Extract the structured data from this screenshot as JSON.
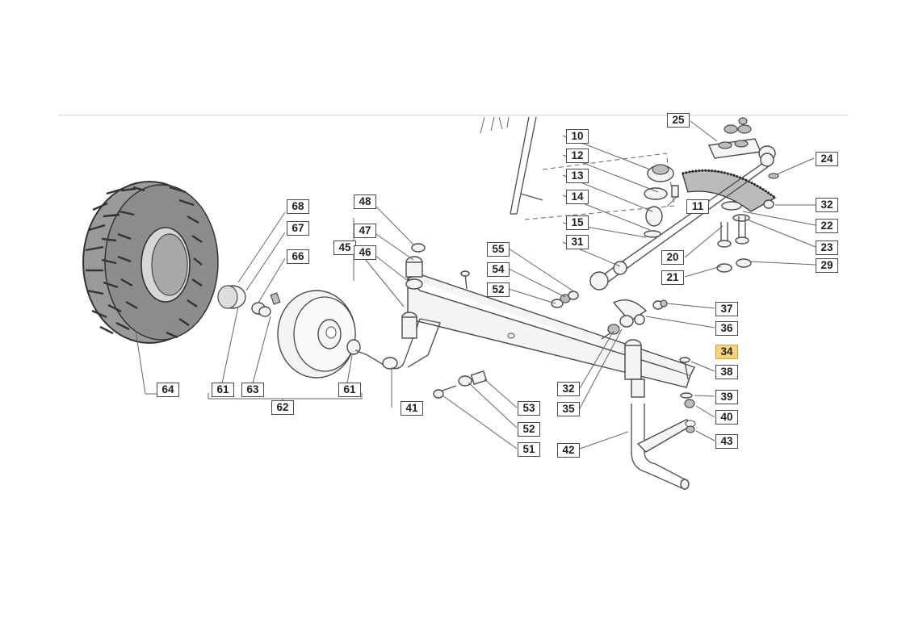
{
  "labels": {
    "l10": "10",
    "l11": "11",
    "l12": "12",
    "l13": "13",
    "l14": "14",
    "l15": "15",
    "l20": "20",
    "l21": "21",
    "l22": "22",
    "l23": "23",
    "l24": "24",
    "l25": "25",
    "l29": "29",
    "l31": "31",
    "l32a": "32",
    "l32b": "32",
    "l34": "34",
    "l35": "35",
    "l36": "36",
    "l37": "37",
    "l38": "38",
    "l39": "39",
    "l40": "40",
    "l41": "41",
    "l42": "42",
    "l43": "43",
    "l45": "45",
    "l46": "46",
    "l47": "47",
    "l48": "48",
    "l51": "51",
    "l52a": "52",
    "l52b": "52",
    "l53": "53",
    "l54": "54",
    "l55": "55",
    "l61a": "61",
    "l61b": "61",
    "l62": "62",
    "l63": "63",
    "l64": "64",
    "l66": "66",
    "l67": "67",
    "l68": "68"
  },
  "highlight_color": "#f6d37a",
  "highlighted_part": "34"
}
